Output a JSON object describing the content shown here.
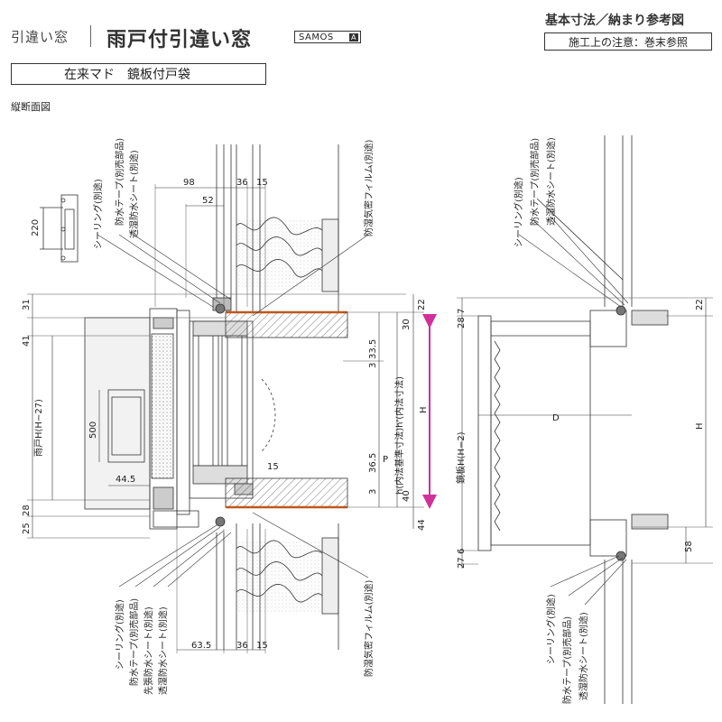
{
  "header": {
    "category": "引違い窓",
    "title": "雨戸付引違い窓",
    "series": "SAMOS",
    "series_tag": "A",
    "right_title": "基本寸法／納まり参考図",
    "note": "施工上の注意：巻末参照"
  },
  "subtitle": "在来マド　鏡板付戸袋",
  "section_label": "縦断面図",
  "callouts": {
    "sealing": "シーリング(別途)",
    "waterproof_tape": "防水テープ(別売部品)",
    "permeable_sheet": "透湿防水シート(別途)",
    "vapor_film": "防湿気密フィルム(別途)",
    "advanced_sheet": "先張防水シート(別途)"
  },
  "dimensions": {
    "d98": "98",
    "d36a": "36",
    "d15a": "15",
    "d52": "52",
    "d220": "220",
    "d31": "31",
    "d41": "41",
    "d500": "500",
    "d44_5": "44.5",
    "d28": "28",
    "d25": "25",
    "d22": "22",
    "d30": "30",
    "d33_5": "33.5",
    "d3a": "3",
    "d15b": "15",
    "d36_5": "36.5",
    "d3b": "3",
    "d40": "40",
    "d44": "44",
    "P": "P",
    "h_label": "h(内法基準寸法)h'(内法寸法)",
    "H": "H",
    "amado_H": "雨戸H(H−27)",
    "d63_5": "63.5",
    "d36b": "36",
    "d15c": "15",
    "r7": "7",
    "r28": "28",
    "r22": "22",
    "D": "D",
    "rH": "H",
    "kagami_H": "鏡板H(H−2)",
    "r27": "27",
    "r6": "6",
    "r58": "58"
  }
}
